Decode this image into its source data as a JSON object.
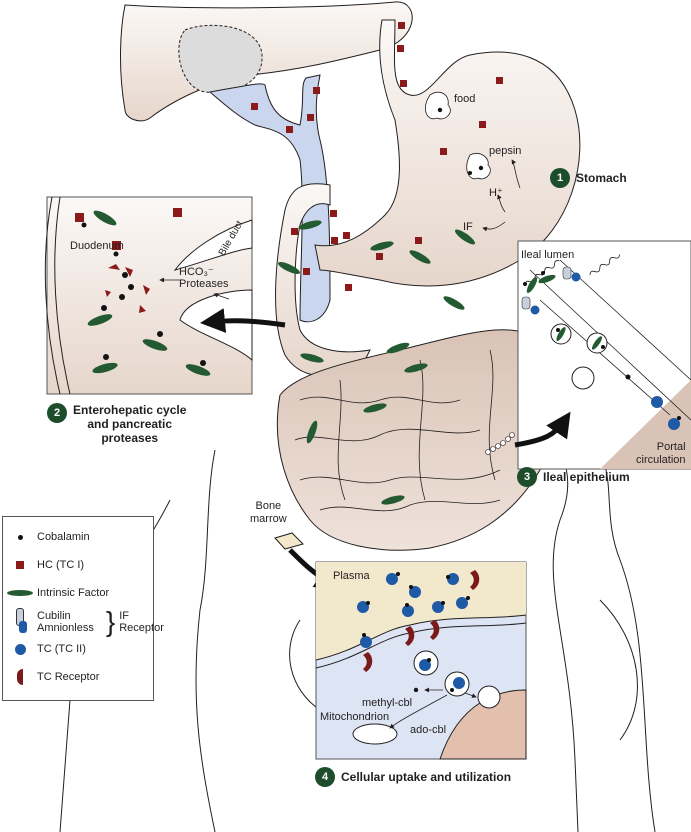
{
  "figure": {
    "title": "Cobalamin absorption and utilization pathway",
    "colors": {
      "tissue": "#e9dcd2",
      "bile": "#c9d6ee",
      "plasma": "#f2e8cc",
      "cell": "#dde4f4",
      "hc": "#8b1a1a",
      "intrinsic_factor": "#245a32",
      "tc": "#1f5aa6",
      "tc_receptor": "#7a1a1a",
      "cubilin": "#c8d0de",
      "badge": "#1e4d2b"
    }
  },
  "steps": [
    {
      "number": "1",
      "title": "Stomach"
    },
    {
      "number": "2",
      "title": "Enterohepatic cycle and pancreatic proteases",
      "lines": [
        "Enterohepatic cycle",
        "and pancreatic",
        "proteases"
      ]
    },
    {
      "number": "3",
      "title": "Ileal epithelium"
    },
    {
      "number": "4",
      "title": "Cellular uptake and utilization"
    }
  ],
  "stomach_labels": {
    "food": "food",
    "pepsin": "pepsin",
    "h_plus": "H⁺",
    "if": "IF"
  },
  "duodenum_inset": {
    "title": "Duodenum",
    "bile_duct": "Bile duct",
    "hco3": "HCO₃⁻",
    "proteases": "Proteases"
  },
  "ileal_inset": {
    "lumen": "Ileal lumen",
    "portal_line1": "Portal",
    "portal_line2": "circulation"
  },
  "bone_marrow": {
    "line1": "Bone",
    "line2": "marrow"
  },
  "cell_inset": {
    "plasma": "Plasma",
    "methyl": "methyl-cbl",
    "mito": "Mitochondrion",
    "ado": "ado-cbl"
  },
  "legend": {
    "items": [
      {
        "icon": "cobalamin-dot",
        "label": "Cobalamin"
      },
      {
        "icon": "hc-square",
        "label": "HC (TC I)"
      },
      {
        "icon": "intrinsic-factor-ellipse",
        "label": "Intrinsic Factor"
      },
      {
        "icon": "cubilin-amnionless",
        "label": "Cubilin",
        "label2": "Amnionless"
      },
      {
        "icon": "tc-circle",
        "label": "TC (TC II)"
      },
      {
        "icon": "tc-receptor",
        "label": "TC Receptor"
      }
    ],
    "bracket_label1": "IF",
    "bracket_label2": "Receptor"
  }
}
